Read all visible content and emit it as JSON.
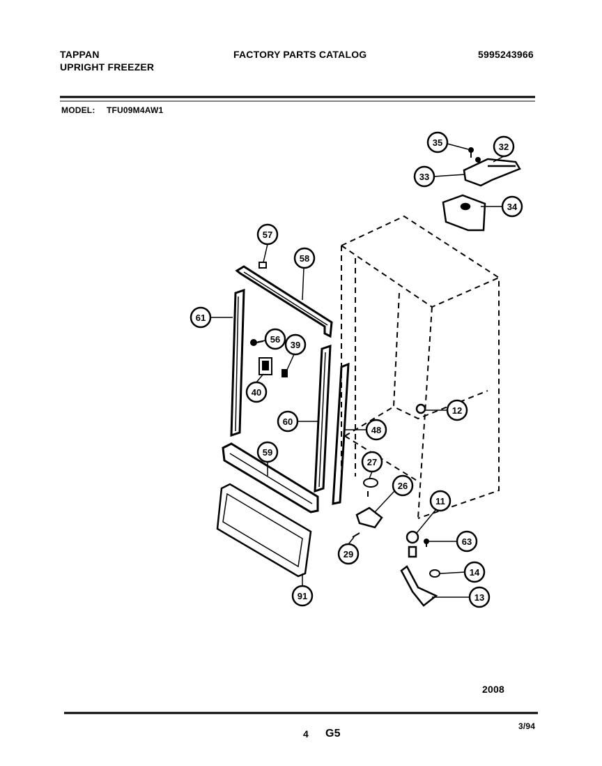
{
  "header": {
    "brand": "TAPPAN",
    "product": "UPRIGHT FREEZER",
    "catalog_title": "FACTORY PARTS CATALOG",
    "catalog_number": "5995243966",
    "model_label": "MODEL:",
    "model_number": "TFU09M4AW1"
  },
  "diagram": {
    "callouts": [
      "35",
      "32",
      "33",
      "34",
      "57",
      "58",
      "61",
      "56",
      "39",
      "40",
      "60",
      "48",
      "12",
      "59",
      "27",
      "26",
      "11",
      "63",
      "14",
      "13",
      "29",
      "91"
    ]
  },
  "footer": {
    "drawing_number": "2008",
    "page_number": "4",
    "section_code": "G5",
    "date_code": "3/94"
  }
}
